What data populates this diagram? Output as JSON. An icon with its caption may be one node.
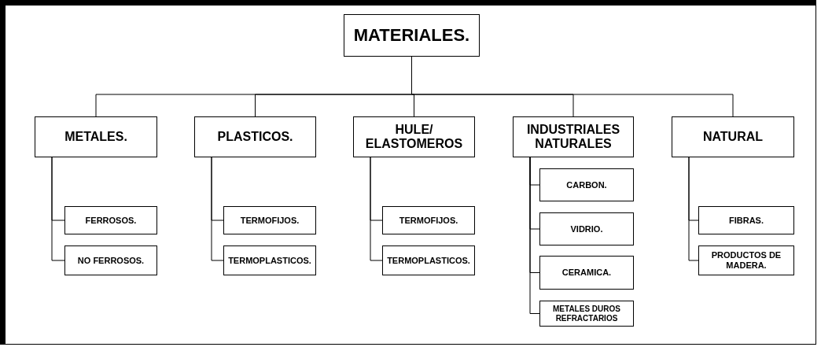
{
  "diagram": {
    "nodes": [
      {
        "text": [
          "MATERIALES."
        ]
      },
      {
        "text": [
          "METALES."
        ]
      },
      {
        "text": [
          "PLASTICOS."
        ]
      },
      {
        "text": [
          "HULE/ ELASTOMEROS"
        ]
      },
      {
        "text": [
          "INDUSTRIALES NATURALES"
        ]
      },
      {
        "text": [
          "NATURAL"
        ]
      },
      {
        "text": [
          "FERROSOS."
        ]
      },
      {
        "text": [
          "NO FERROSOS."
        ]
      },
      {
        "text": [
          "TERMOFIJOS."
        ]
      },
      {
        "text": [
          "TERMOPLASTICOS."
        ]
      },
      {
        "text": [
          "TERMOFIJOS."
        ]
      },
      {
        "text": [
          "TERMOPLASTICOS."
        ]
      },
      {
        "text": [
          "CARBON."
        ]
      },
      {
        "text": [
          "VIDRIO."
        ]
      },
      {
        "text": [
          "CERAMICA."
        ]
      },
      {
        "text": [
          "METALES DUROS REFRACTARIOS"
        ]
      },
      {
        "text": [
          "FIBRAS."
        ]
      },
      {
        "text": [
          "PRODUCTOS DE MADERA."
        ]
      }
    ],
    "edges": [
      {
        "from": 0,
        "to": 1,
        "arrow": "none"
      },
      {
        "from": 0,
        "to": 2,
        "arrow": "none"
      },
      {
        "from": 0,
        "to": 3,
        "arrow": "none"
      },
      {
        "from": 0,
        "to": 4,
        "arrow": "none"
      },
      {
        "from": 0,
        "to": 5,
        "arrow": "none"
      },
      {
        "from": 1,
        "to": 6,
        "arrow": "none"
      },
      {
        "from": 1,
        "to": 7,
        "arrow": "none"
      },
      {
        "from": 2,
        "to": 8,
        "arrow": "none"
      },
      {
        "from": 2,
        "to": 9,
        "arrow": "none"
      },
      {
        "from": 3,
        "to": 10,
        "arrow": "none"
      },
      {
        "from": 3,
        "to": 11,
        "arrow": "none"
      },
      {
        "from": 4,
        "to": 12,
        "arrow": "none"
      },
      {
        "from": 4,
        "to": 13,
        "arrow": "none"
      },
      {
        "from": 4,
        "to": 14,
        "arrow": "none"
      },
      {
        "from": 4,
        "to": 15,
        "arrow": "none"
      },
      {
        "from": 5,
        "to": 16,
        "arrow": "none"
      },
      {
        "from": 5,
        "to": 17,
        "arrow": "none"
      }
    ]
  }
}
